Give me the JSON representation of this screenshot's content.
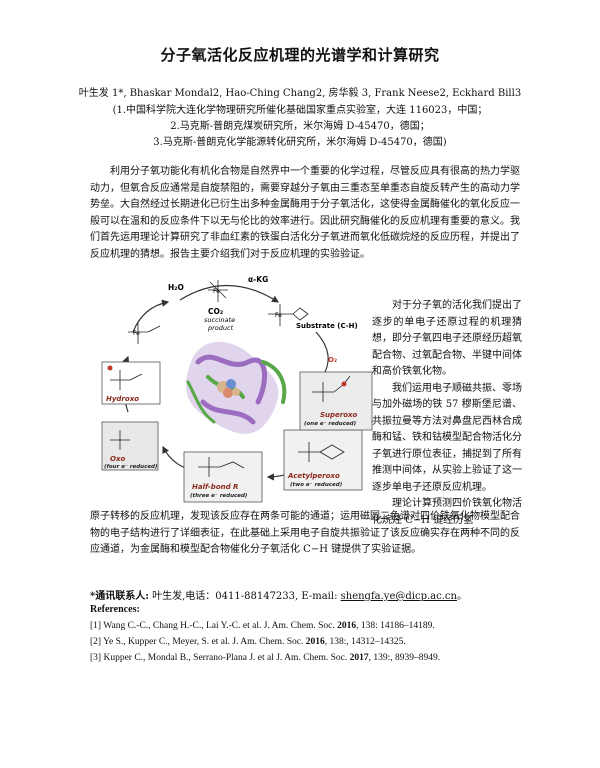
{
  "title": "分子氧活化反应机理的光谱学和计算研究",
  "authors": "叶生发 1*, Bhaskar Mondal2, Hao-Ching Chang2, 房华毅 3, Frank Neese2, Eckhard Bill3",
  "affiliations": [
    "(1.中国科学院大连化学物理研究所催化基础国家重点实验室，大连 116023，中国；",
    "2.马克斯-普朗克煤炭研究所，米尔海姆 D-45470，德国；",
    "3.马克斯-普朗克化学能源转化研究所，米尔海姆 D-45470，德国)"
  ],
  "abstract": "利用分子氧功能化有机化合物是自然界中一个重要的化学过程，尽管反应具有很高的热力学驱动力，但氧合反应通常是自旋禁阻的，需要穿越分子氧由三重态至单重态自旋反转产生的高动力学势垒。大自然经过长期进化已衍生出多种金属酶用于分子氧活化，这使得金属酶催化的氧化反应一般可以在温和的反应条件下以无与伦比的效率进行。因此研究酶催化的反应机理有重要的意义。我们首先运用理论计算研究了非血红素的铁蛋白活化分子氧进而氧化低碳烷烃的反应历程，并提出了反应机理的猜想。报告主要介绍我们对于反应机理的实验验证。",
  "right_column": [
    "对于分子氧的活化我们提出了逐步的单电子还原过程的机理猜想，即分子氧四电子还原经历超氧配合物、过氧配合物、半键中间体和高价铁氧化物。",
    "我们运用电子顺磁共振、零场与加外磁场的铁 57 穆斯堡尼谱、共振拉曼等方法对鼻盘尼西林合成酶和锰、铁和钴模型配合物活化分子氧进行原位表征，捕捉到了所有推测中间体，从实验上验证了这一逐步单电子还原反应机理。",
    "理论计算预测四价铁氧化物活化烷烃 C−H 键经历氢"
  ],
  "bottom_paragraph": "原子转移的反应机理，发现该反应存在两条可能的通道；运用磁圆二色谱对四价铁氧化物模型配合物的电子结构进行了详细表征，在此基础上采用电子自旋共振验证了该反应确实存在两种不同的反应通道，为金属酶和模型配合物催化分子氧活化 C−H 键提供了实验证据。",
  "contact": {
    "label": "*通讯联系人:",
    "text": "叶生发,电话：0411-88147233, E-mail: ",
    "email": "shengfa.ye@dicp.ac.cn",
    "end": "。"
  },
  "references_heading": "References:",
  "references": [
    {
      "pre": "[1] Wang C.-C., Chang H.-C., Lai Y.-C. et al. J. Am. Chem. Soc. ",
      "year": "2016",
      "post": ", 138: 14186–14189."
    },
    {
      "pre": "[2] Ye S., Kupper C., Meyer, S. et al. J. Am. Chem. Soc. ",
      "year": "2016",
      "post": ", 138:, 14312–14325."
    },
    {
      "pre": "[3] Kupper C., Mondal B., Serrano-Plana J. et al J. Am. Chem. Soc. ",
      "year": "2017",
      "post": ", 139:, 8939–8949."
    }
  ],
  "figure_labels": {
    "h2o": "H₂O",
    "akg": "α-KG",
    "co2_product": "CO₂",
    "succinate": "succinate",
    "product": "product",
    "substrate": "Substrate (C-H)",
    "hydroxo": "Hydroxo",
    "superoxo": "Superoxo",
    "superoxo_sub": "(one e⁻ reduced)",
    "oxo": "Oxo",
    "oxo_sub": "(four e⁻ reduced)",
    "halfbond": "Half-bond R",
    "halfbond_sub": "(three e⁻ reduced)",
    "acetylperoxo": "Acetylperoxo",
    "acetylperoxo_sub": "(two e⁻ reduced)",
    "fe": "Fe",
    "o2": "O₂"
  },
  "colors": {
    "brown_label": "#8b2a1a",
    "protein_green": "#58a84a",
    "protein_purple": "#9b6cc0",
    "arrow": "#333333"
  }
}
